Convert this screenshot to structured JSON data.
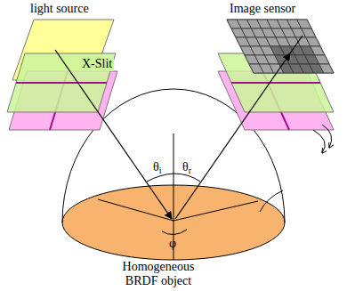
{
  "diagram": {
    "labels": [
      "light source",
      "Image sensor",
      "X-Slit",
      "θi",
      "θr",
      "φ",
      "Homogeneous BRDF object"
    ]
  }
}
